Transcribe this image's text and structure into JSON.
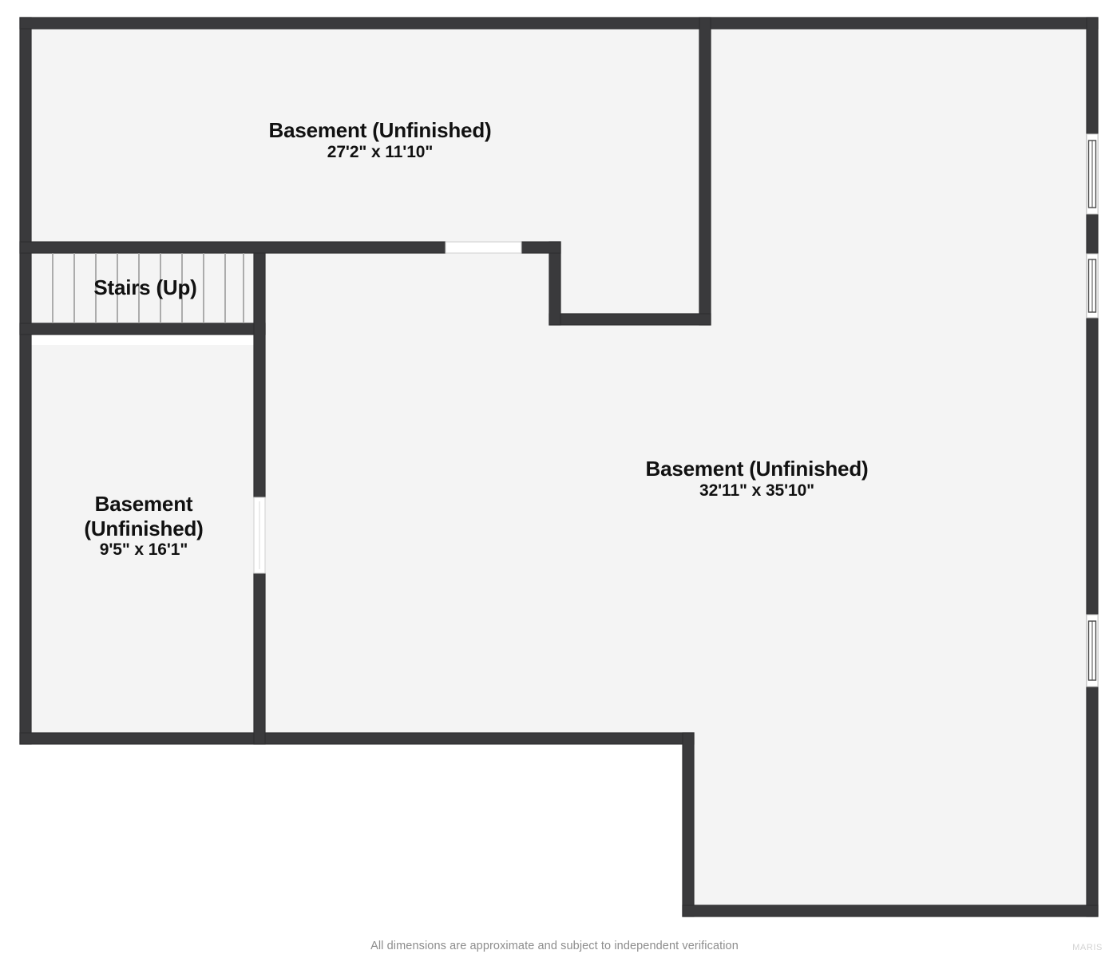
{
  "document": {
    "type": "floor-plan",
    "level": "Basement",
    "disclaimer": "All dimensions are approximate and subject to independent verification",
    "watermark": "MARIS"
  },
  "colors": {
    "wall": "#3a3a3c",
    "wall_outline": "#2f2f31",
    "floor_fill": "#f4f4f4",
    "opening_fill": "#ffffff",
    "stair_line": "#9a9a9a",
    "text": "#111111",
    "disclaimer_text": "#8d8d8d",
    "watermark_text": "#d3d3d3",
    "page_background": "#ffffff"
  },
  "rooms": [
    {
      "id": "basement-top",
      "name": "Basement (Unfinished)",
      "dimensions": "27'2\" x 11'10\"",
      "width_ft": "27'2\"",
      "length_ft": "11'10\""
    },
    {
      "id": "stairs",
      "name": "Stairs (Up)",
      "dimensions": "",
      "tread_count": 11
    },
    {
      "id": "basement-left",
      "name_line1": "Basement",
      "name_line2": "(Unfinished)",
      "name": "Basement (Unfinished)",
      "dimensions": "9'5\" x 16'1\"",
      "width_ft": "9'5\"",
      "length_ft": "16'1\""
    },
    {
      "id": "basement-main",
      "name": "Basement (Unfinished)",
      "dimensions": "32'11\" x 35'10\"",
      "width_ft": "32'11\"",
      "length_ft": "35'10\""
    }
  ],
  "openings": [
    {
      "id": "window-right-upper-1",
      "type": "window",
      "wall": "right-exterior"
    },
    {
      "id": "window-right-upper-2",
      "type": "window",
      "wall": "right-exterior"
    },
    {
      "id": "window-right-lower",
      "type": "window",
      "wall": "right-exterior"
    },
    {
      "id": "doorway-top-interior",
      "type": "doorway",
      "wall": "interior-horizontal"
    },
    {
      "id": "doorway-left-room",
      "type": "doorway",
      "wall": "interior-vertical"
    }
  ]
}
